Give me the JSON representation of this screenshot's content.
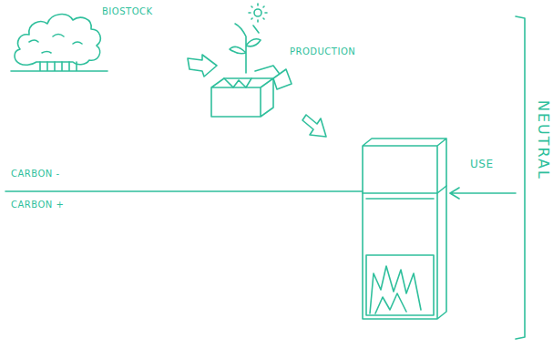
{
  "diagram": {
    "labels": [
      "BIOSTOCK",
      "PRODUCTION",
      "CARBON -",
      "CARBON +",
      "USE",
      "NEUTRAL"
    ]
  }
}
